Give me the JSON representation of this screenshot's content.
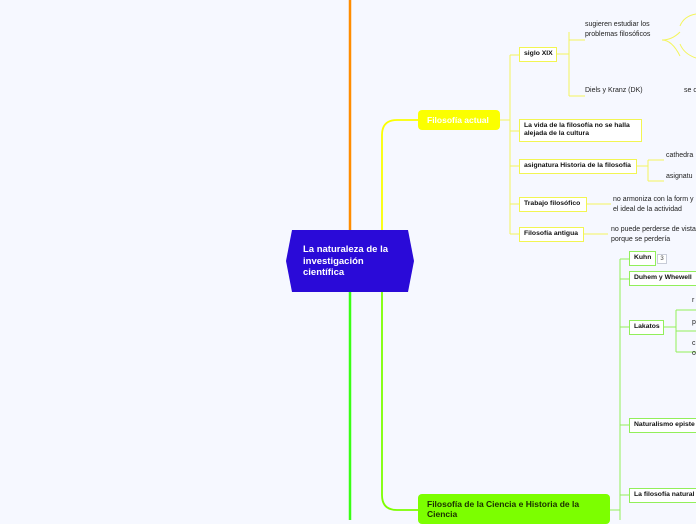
{
  "central": {
    "title": "La naturaleza de la investigación científica",
    "color": "#2a0ad8"
  },
  "colors": {
    "orange": "#ff8c00",
    "yellow": "#fbff00",
    "green": "#7cff00",
    "bright_green": "#39ff14"
  },
  "yellow_branch": {
    "title": "Filosofía actual",
    "children": [
      {
        "label": "siglo XIX",
        "leaves": [
          "sugieren estudiar los problemas filosóficos",
          "Diels y Kranz  (DK)",
          "se o"
        ]
      },
      {
        "label": "La vida de la filosofía no se halla alejada de la cultura"
      },
      {
        "label": "asignatura Historia de la filosofía",
        "leaves": [
          "cathedra",
          "asignatu"
        ]
      },
      {
        "label": "Trabajo filosófico",
        "leaves": [
          "no armoniza con la form y el ideal de la actividad"
        ]
      },
      {
        "label": "Filosofía antigua",
        "leaves": [
          "no puede perderse de vista porque se perdería"
        ]
      }
    ]
  },
  "green_branch": {
    "title": "Filosofía de la Ciencia e Historia de la Ciencia",
    "children": [
      {
        "label": "Kuhn",
        "badge": "3"
      },
      {
        "label": "Duhem y Whewell"
      },
      {
        "label": "Lakatos",
        "leaves": [
          "r",
          "p",
          "c o"
        ]
      },
      {
        "label": "Naturalismo episte"
      },
      {
        "label": "La filosofía natural"
      }
    ]
  }
}
